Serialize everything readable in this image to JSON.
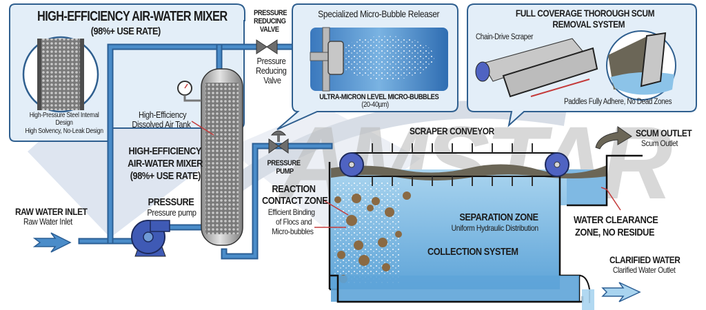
{
  "watermark": {
    "text": "AMSTAR"
  },
  "callout_mixer": {
    "title": "HIGH-EFFICIENCY AIR-WATER MIXER",
    "subtitle": "(98%+ USE RATE)",
    "caption_line1": "High-Pressure Steel Internal",
    "caption_line2": "Design",
    "caption_line3": "High Solvency, No-Leak Design"
  },
  "pressure_reducing_valve": {
    "title_line1": "PRESSURE",
    "title_line2": "REDUCING",
    "title_line3": "VALVE",
    "sub_line1": "Pressure",
    "sub_line2": "Reducing",
    "sub_line3": "Valve"
  },
  "callout_releaser": {
    "title": "Specialized Micro-Bubble Releaser",
    "caption_line1": "ULTRA-MICRON LEVEL MICRO-BUBBLES",
    "caption_line2": "(20-40µm)"
  },
  "callout_scum": {
    "title_line1": "FULL COVERAGE THOROUGH SCUM",
    "title_line2": "REMOVAL SYSTEM",
    "scraper_label": "Chain-Drive Scraper",
    "paddles_label": "Paddles Fully Adhere, No Dead Zones"
  },
  "tank": {
    "label_line1": "High-Efficiency",
    "label_line2": "Dissolved Air Tank",
    "mixer_line1": "HIGH-EFFICIENCY",
    "mixer_line2": "AIR-WATER MIXER",
    "mixer_line3": "(98%+ USE RATE)"
  },
  "pump": {
    "title": "PRESSURE",
    "sub": "Pressure pump"
  },
  "inlet": {
    "title": "RAW WATER INLET",
    "sub": "Raw Water Inlet"
  },
  "pressure_pump_valve": {
    "line1": "PRESSURE",
    "line2": "PUMP"
  },
  "reaction_zone": {
    "title_line1": "REACTION",
    "title_line2": "CONTACT ZONE",
    "sub_line1": "Efficient Binding",
    "sub_line2": "of Flocs and",
    "sub_line3": "Micro-bubbles"
  },
  "scraper_conveyor": {
    "label": "SCRAPER CONVEYOR"
  },
  "separation_zone": {
    "title": "SEPARATION ZONE",
    "sub": "Uniform Hydraulic Distribution"
  },
  "collection_system": {
    "label": "COLLECTION SYSTEM"
  },
  "scum_outlet": {
    "title": "SCUM OUTLET",
    "sub": "Scum Outlet"
  },
  "clearance_zone": {
    "line1": "WATER CLEARANCE",
    "line2": "ZONE, NO RESIDUE"
  },
  "clarified_water": {
    "title": "CLARIFIED WATER",
    "sub": "Clarified Water Outlet"
  },
  "colors": {
    "pipe": "#4a8cc9",
    "pipe_dark": "#2b5e94",
    "water": "#7fb9e3",
    "callout_bg": "#e3eef8",
    "callout_border": "#2f5f8f",
    "pump": "#3f5ab5",
    "scum": "#6b6657",
    "floc": "#8a6a44",
    "leader": "#c43a3a"
  }
}
